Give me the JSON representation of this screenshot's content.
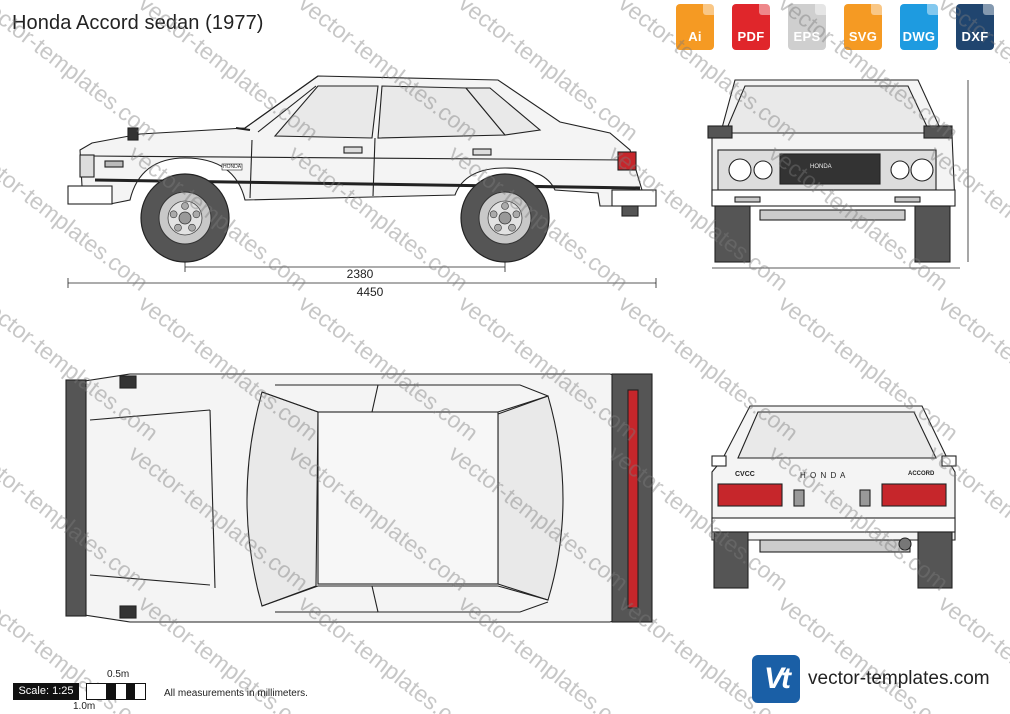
{
  "title": "Honda Accord sedan (1977)",
  "formats": [
    {
      "label": "Ai",
      "color": "#f59a23"
    },
    {
      "label": "PDF",
      "color": "#e0262b"
    },
    {
      "label": "EPS",
      "color": "#cfcfcf"
    },
    {
      "label": "SVG",
      "color": "#f59a23"
    },
    {
      "label": "DWG",
      "color": "#1e9be0"
    },
    {
      "label": "DXF",
      "color": "#20456f"
    }
  ],
  "watermark_text": "vector-templates.com",
  "dimensions": {
    "wheelbase": "2380",
    "length": "4450"
  },
  "scale": {
    "label": "Scale: 1:25",
    "half_meter": "0.5m",
    "one_meter": "1.0m"
  },
  "note": "All measurements in millimeters.",
  "brand": {
    "logo": "Vt",
    "name": "vector-templates.com"
  },
  "car_badges": {
    "front_grille": "HONDA",
    "rear_left": "CVCC",
    "rear_center": "H O N D A",
    "rear_right": "ACCORD",
    "side_emblem": "HONDA"
  }
}
